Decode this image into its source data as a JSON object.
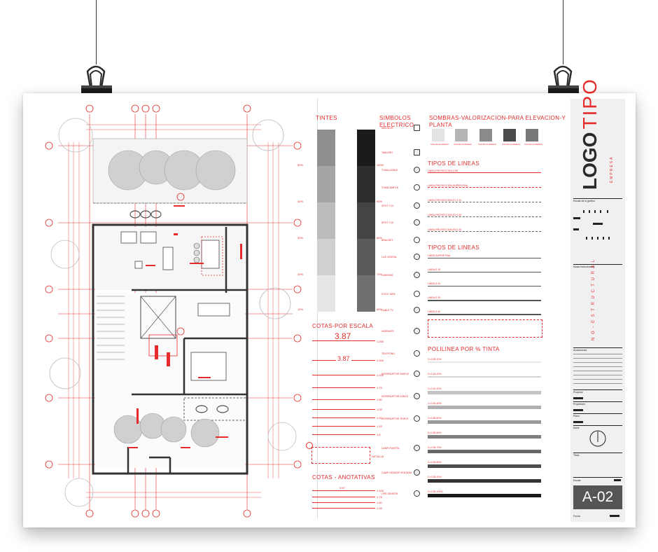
{
  "tints": {
    "title": "TINTES",
    "left_labels": [
      "50%",
      "40%",
      "30%",
      "20%",
      "10%"
    ],
    "right_labels": [
      "100%",
      "90%",
      "80%",
      "70%",
      "60%"
    ],
    "left_colors": [
      "#8f8f8f",
      "#a5a5a5",
      "#bcbcbc",
      "#d0d0d0",
      "#e6e6e6"
    ],
    "right_colors": [
      "#1b1b1b",
      "#2e2e2e",
      "#444444",
      "#5a5a5a",
      "#707070"
    ]
  },
  "symbols": {
    "title_line1": "SIMBOLOS",
    "title_line2": "ELECTRICO",
    "items": [
      "MEDIDOR",
      "TABLERO",
      "TOMA-DOBLE",
      "TOMA-SIMPLE",
      "SPOT T-01",
      "SPOT T-02",
      "BRACKET",
      "LUZ CENITAL",
      "LAMPARA",
      "FOCO TAPA",
      "CABLE TV",
      "HIDRANTE",
      "TELEFONO",
      "INTERRUPTOR SIMPLE",
      "INTERRUPTOR DOBLE",
      "INTERRUPTOR TRIPLE",
      "CAMP-PUERTA",
      "CAMP-SENSOR VENTANA",
      "OPS-SENSOR"
    ]
  },
  "shadows": {
    "title_line1": "SOMBRAS-VALORIZACION-PARA ELEVACION-Y",
    "title_line2": "PLANTA",
    "swatch_colors": [
      "#e3e3e3",
      "#b5b5b5",
      "#8a8a8a",
      "#4a4a4a",
      "#777777"
    ],
    "swatch_labels": [
      "COLOR ACABADO",
      "COLOR ACABADO",
      "COLOR ACABADO",
      "COLOR ACABADO",
      "COLOR ACABADO"
    ]
  },
  "line_types": {
    "title": "TIPOS DE LINEAS",
    "items": [
      "LINEA-PROYECCION-0.05",
      "LINEA-PROYECCION-SUPER-FINA",
      "LINEA-PROYECCION-P1-0.10",
      "LINEA-PROYECCION-P2-0.20",
      "LINEA-PROYECCION-P3-0.30"
    ]
  },
  "line_weights": {
    "title": "TIPOS DE LINEAS",
    "items": [
      "LINEA-SUPER FINA",
      "LINEA-0.15",
      "LINEA-0.20",
      "LINEA-0.30",
      "LINEA-0.40"
    ]
  },
  "polyline": {
    "title": "POLILINEA POR % TINTA",
    "items": [
      "C=0.05-10%",
      "C=0.15-20%",
      "C=0.20-30%",
      "C=0.30-40%",
      "C=0.35-50%",
      "C=0.35-60%",
      "C=0.35-70%",
      "C=0.35-80%",
      "C=0.35-90%",
      "C=0.35-100%"
    ]
  },
  "dims": {
    "title": "COTAS-POR ESCALA",
    "big_value": "3.87",
    "mid_value": "3.87",
    "scales": [
      "1:250",
      "1:200",
      "1:100",
      "1:75",
      "1:50",
      "1:25",
      "1:20",
      "1:15",
      "1:5"
    ],
    "detail": "DETALLE"
  },
  "annot": {
    "title": "COTAS - ANOTATIVAS",
    "value": "3.87",
    "scales": [
      "1:100",
      "1:75",
      "1:50",
      "1:25"
    ]
  },
  "titleblock": {
    "logo_main": "LOGO",
    "logo_sub": "TIPO",
    "company": "EMPRESA",
    "vertical_text": "N O - E S T R U C T U R A L",
    "scale_label": "Escala de la grafica",
    "notes_label": "Notas estructurales:",
    "annotations_label": "Anotaciones",
    "project_label": "Proyecto",
    "owner_label": "Propietario",
    "plan_label": "Plano",
    "north_label": "Norte",
    "title_label": "Titulo",
    "scale2_label": "Escala",
    "sheet_code": "A-02",
    "date_label": "Fecha"
  },
  "colors": {
    "accent": "#e52b2b",
    "clip": "#1c1c1c",
    "sheet": "#ffffff"
  }
}
